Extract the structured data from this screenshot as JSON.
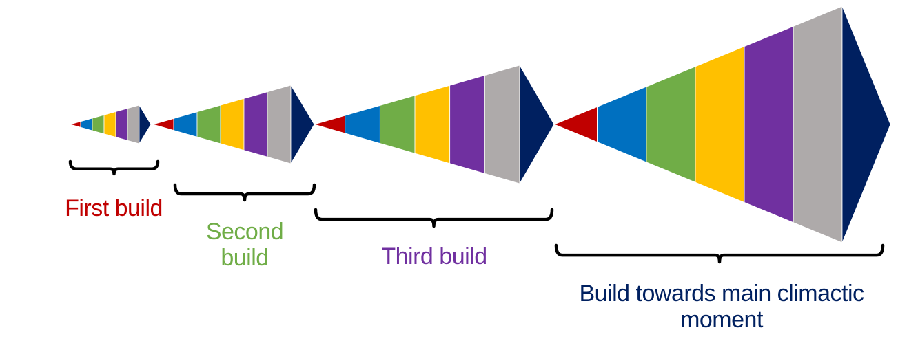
{
  "palette": {
    "stripes": [
      "#c00000",
      "#0070c0",
      "#70ad47",
      "#ffc000",
      "#7030a0",
      "#aeaaaa"
    ],
    "tip": "#002060",
    "brace": "#000000"
  },
  "builds": [
    {
      "label_lines": [
        "First build"
      ],
      "color": "#c00000"
    },
    {
      "label_lines": [
        "Second",
        "build"
      ],
      "color": "#70ad47"
    },
    {
      "label_lines": [
        "Third build"
      ],
      "color": "#7030a0"
    },
    {
      "label_lines": [
        "Build towards main climactic",
        "moment"
      ],
      "color": "#002060"
    }
  ]
}
